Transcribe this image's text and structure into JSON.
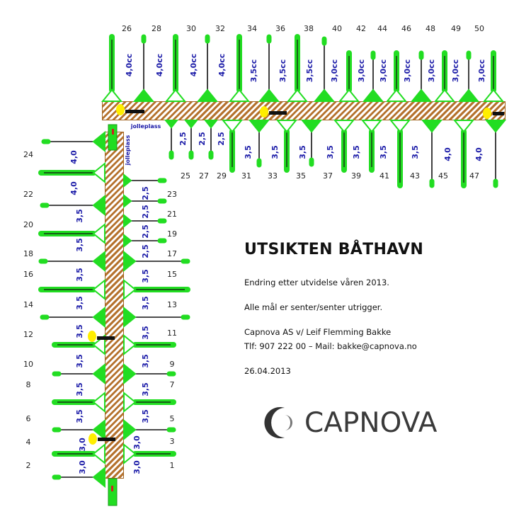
{
  "title": "UTSIKTEN BÅTHAVN",
  "lines": [
    "Endring etter utvidelse våren 2013.",
    "Alle mål er senter/senter utrigger.",
    "Capnova AS v/ Leif Flemming Bakke",
    "Tlf: 907 222 00 – Mail: bakke@capnova.no",
    "26.04.2013"
  ],
  "logo": "CAPNOVA",
  "jolleplass_label": "jolleplass",
  "colors": {
    "boom": "#22dd22",
    "hatch": "#b5722e",
    "width_text": "#1b1ba8",
    "light": "#ffee00"
  },
  "north_side": {
    "numbers": [
      "26",
      "28",
      "30",
      "32",
      "34",
      "36",
      "38",
      "40",
      "42",
      "44",
      "46",
      "48",
      "49",
      "50"
    ],
    "widths": [
      "4,0cc",
      "4,0cc",
      "4,0cc",
      "4,0cc",
      "3,5cc",
      "3,5cc",
      "3,5cc",
      "3,0cc",
      "3,0cc",
      "3,0cc",
      "3,0cc",
      "3,0cc",
      "3,0cc",
      "3,0cc"
    ]
  },
  "south_side": {
    "numbers": [
      "25",
      "27",
      "29",
      "31",
      "33",
      "35",
      "37",
      "39",
      "41",
      "43",
      "45",
      "47"
    ],
    "widths": [
      "2,5",
      "2,5",
      "2,5",
      "3,5",
      "3,5",
      "3,5",
      "3,5",
      "3,5",
      "3,5",
      "3,5",
      "4,0",
      "4,0"
    ]
  },
  "west_side": {
    "numbers": [
      "24",
      "22",
      "20",
      "18",
      "16",
      "14",
      "12",
      "10",
      "8",
      "6",
      "4",
      "2"
    ],
    "widths": [
      "4,0",
      "4,0",
      "3,5",
      "3,5",
      "3,5",
      "3,5",
      "3,5",
      "3,5",
      "3,5",
      "3,5",
      "3,0",
      "3,0"
    ]
  },
  "east_side": {
    "numbers": [
      "23",
      "21",
      "19",
      "17",
      "15",
      "13",
      "11",
      "9",
      "7",
      "5",
      "3",
      "1"
    ],
    "widths": [
      "2,5",
      "2,5",
      "2,5",
      "2,5",
      "3,5",
      "3,5",
      "3,5",
      "3,5",
      "3,5",
      "3,5",
      "3,0",
      "3,0"
    ]
  }
}
